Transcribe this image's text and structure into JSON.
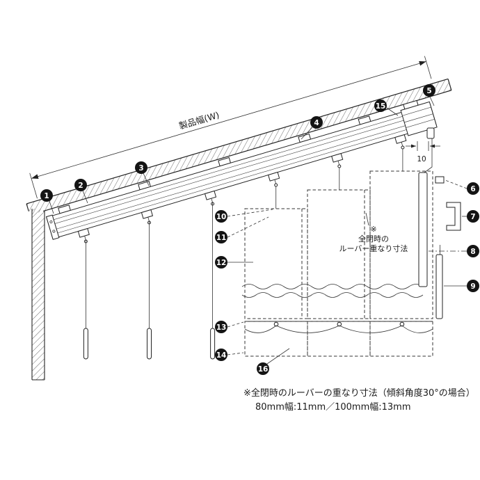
{
  "diagram": {
    "labels": {
      "product_width": "製品幅(W)",
      "gap": "10"
    },
    "overlap_note": {
      "line1": "※",
      "line2": "全閉時の",
      "line3": "ルーバー重なり寸法"
    },
    "footnote": {
      "line1": "※全閉時のルーバーの重なり寸法（傾斜角度30°の場合）",
      "line2": "80mm幅:11mm／100mm幅:13mm"
    },
    "callouts": [
      {
        "label": "1"
      },
      {
        "label": "2"
      },
      {
        "label": "3"
      },
      {
        "label": "4"
      },
      {
        "label": "5"
      },
      {
        "label": "6"
      },
      {
        "label": "7"
      },
      {
        "label": "8"
      },
      {
        "label": "9"
      },
      {
        "label": "10"
      },
      {
        "label": "11"
      },
      {
        "label": "12"
      },
      {
        "label": "13"
      },
      {
        "label": "14"
      },
      {
        "label": "15"
      },
      {
        "label": "16"
      }
    ]
  }
}
